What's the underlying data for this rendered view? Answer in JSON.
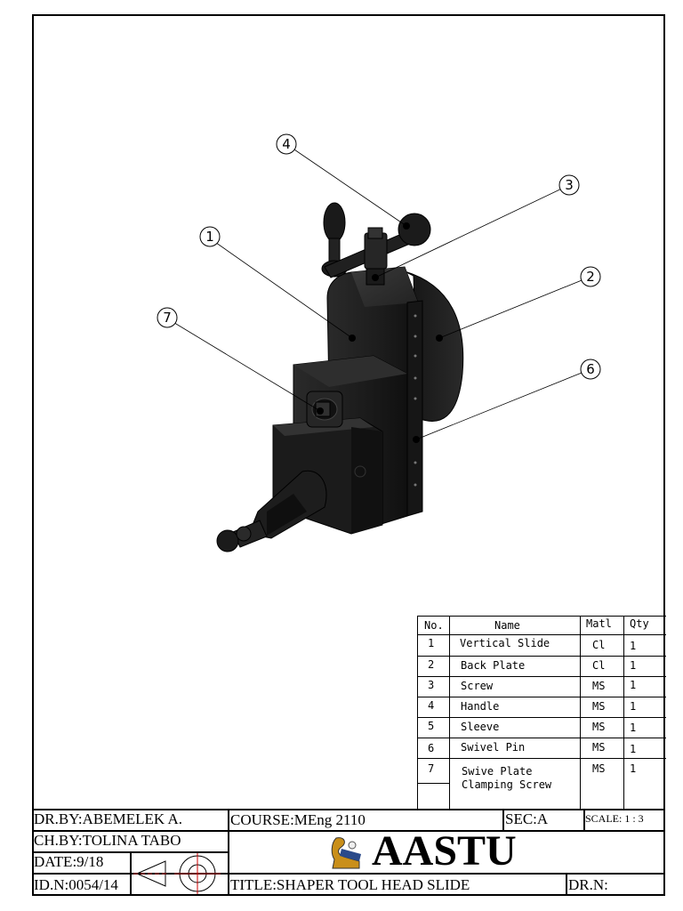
{
  "balloons": [
    "1",
    "2",
    "3",
    "4",
    "6",
    "7"
  ],
  "parts_table": {
    "headers": {
      "no": "No.",
      "name": "Name",
      "matl": "Matl",
      "qty": "Qty"
    },
    "rows": [
      {
        "no": "1",
        "name": "Vertical Slide",
        "matl": "Cl",
        "qty": "1"
      },
      {
        "no": "2",
        "name": "Back Plate",
        "matl": "Cl",
        "qty": "1"
      },
      {
        "no": "3",
        "name": "Screw",
        "matl": "MS",
        "qty": "1"
      },
      {
        "no": "4",
        "name": "Handle",
        "matl": "MS",
        "qty": "1"
      },
      {
        "no": "5",
        "name": "Sleeve",
        "matl": "MS",
        "qty": "1"
      },
      {
        "no": "6",
        "name": "Swivel Pin",
        "matl": "MS",
        "qty": "1"
      },
      {
        "no": "7",
        "name_line1": "Swive Plate",
        "name_line2": "Clamping Screw",
        "matl": "MS",
        "qty": "1"
      }
    ]
  },
  "title_block": {
    "dr_by": "DR.BY:ABEMELEK A.",
    "ch_by": "CH.BY:TOLINA TABO",
    "date_label": "DATE:",
    "date_value": "9/18",
    "id_no": "ID.N:0054/14",
    "course": "COURSE:MEng 2110",
    "sec": "SEC:A",
    "scale": "SCALE: 1 : 3",
    "org": "AASTU",
    "title": "TITLE:SHAPER TOOL HEAD SLIDE",
    "dr_n": "DR.N:"
  },
  "colors": {
    "line": "#000000",
    "symbol_center": "#cc0000",
    "part": "#1e1e1e"
  }
}
